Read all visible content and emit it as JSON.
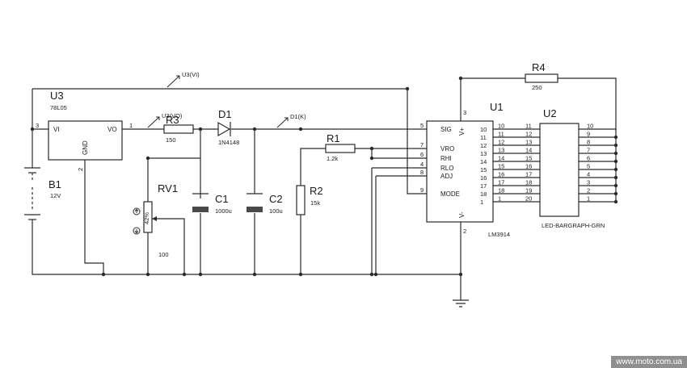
{
  "components": {
    "u3": {
      "ref": "U3",
      "value": "78L05",
      "pin_vi": "VI",
      "pin_vo": "VO",
      "pin_gnd": "GND",
      "pin1": "1",
      "pin2": "2",
      "pin3": "3"
    },
    "b1": {
      "ref": "B1",
      "value": "12V"
    },
    "r3": {
      "ref": "R3",
      "value": "150"
    },
    "d1": {
      "ref": "D1",
      "value": "1N4148"
    },
    "rv1": {
      "ref": "RV1",
      "value": "100",
      "center": "42%"
    },
    "c1": {
      "ref": "C1",
      "value": "1000u"
    },
    "c2": {
      "ref": "C2",
      "value": "100u"
    },
    "r1": {
      "ref": "R1",
      "value": "1.2k"
    },
    "r2": {
      "ref": "R2",
      "value": "15k"
    },
    "r4": {
      "ref": "R4",
      "value": "250"
    },
    "u1": {
      "ref": "U1",
      "value": "LM3914",
      "left_pins": [
        {
          "name": "SIG",
          "num": "5"
        },
        {
          "name": "VRO",
          "num": "7"
        },
        {
          "name": "RHI",
          "num": "6"
        },
        {
          "name": "RLO",
          "num": "4"
        },
        {
          "name": "ADJ",
          "num": "8"
        },
        {
          "name": "MODE",
          "num": "9"
        }
      ],
      "vplus": "V+",
      "vminus": "V-",
      "vplus_num": "3",
      "vminus_num": "2",
      "right_pins": [
        "10",
        "11",
        "12",
        "13",
        "14",
        "15",
        "16",
        "17",
        "18",
        "1"
      ]
    },
    "u2": {
      "ref": "U2",
      "value": "LED-BARGRAPH-GRN",
      "left_pins": [
        "11",
        "12",
        "13",
        "14",
        "15",
        "16",
        "17",
        "18",
        "19",
        "20"
      ],
      "right_pins": [
        "10",
        "9",
        "8",
        "7",
        "6",
        "5",
        "4",
        "3",
        "2",
        "1"
      ]
    }
  },
  "probes": {
    "u3_vi": "U3(VI)",
    "u3_vo": "U3(VO)",
    "d1_k": "D1(K)"
  },
  "watermark": "www.moto.com.ua"
}
